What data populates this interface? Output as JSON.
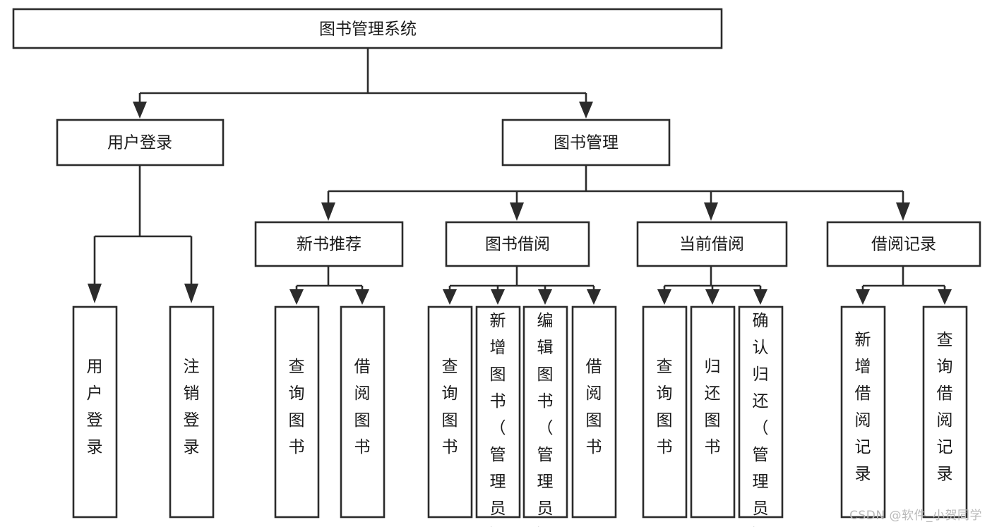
{
  "diagram": {
    "title": "图书管理系统",
    "type": "tree-structure-chart",
    "watermark": "CSDN @软件_小贺同学",
    "colors": {
      "stroke": "#2b2b2b",
      "fill": "#ffffff",
      "text": "#1a1a1a",
      "watermark": "#b9b9b9",
      "background": "#ffffff"
    },
    "root": {
      "label": "图书管理系统"
    },
    "level2": [
      {
        "id": "user-login",
        "label": "用户登录"
      },
      {
        "id": "book-manage",
        "label": "图书管理"
      }
    ],
    "level3": [
      {
        "id": "new-book-recommend",
        "label": "新书推荐",
        "parent": "book-manage"
      },
      {
        "id": "book-borrow",
        "label": "图书借阅",
        "parent": "book-manage"
      },
      {
        "id": "current-borrow",
        "label": "当前借阅",
        "parent": "book-manage"
      },
      {
        "id": "borrow-record",
        "label": "借阅记录",
        "parent": "book-manage"
      }
    ],
    "leaves": {
      "user-login": [
        {
          "id": "leaf-user-login",
          "label": "用户登录"
        },
        {
          "id": "leaf-logout",
          "label": "注销登录"
        }
      ],
      "new-book-recommend": [
        {
          "id": "leaf-query-book-1",
          "label": "查询图书"
        },
        {
          "id": "leaf-borrow-book-1",
          "label": "借阅图书"
        }
      ],
      "book-borrow": [
        {
          "id": "leaf-query-book-2",
          "label": "查询图书"
        },
        {
          "id": "leaf-add-book",
          "label": "新增图书（管理员）"
        },
        {
          "id": "leaf-edit-book",
          "label": "编辑图书（管理员）"
        },
        {
          "id": "leaf-borrow-book-2",
          "label": "借阅图书"
        }
      ],
      "current-borrow": [
        {
          "id": "leaf-query-book-3",
          "label": "查询图书"
        },
        {
          "id": "leaf-return-book",
          "label": "归还图书"
        },
        {
          "id": "leaf-confirm-return",
          "label": "确认归还（管理员）"
        }
      ],
      "borrow-record": [
        {
          "id": "leaf-add-record",
          "label": "新增借阅记录"
        },
        {
          "id": "leaf-query-record",
          "label": "查询借阅记录"
        }
      ]
    }
  }
}
